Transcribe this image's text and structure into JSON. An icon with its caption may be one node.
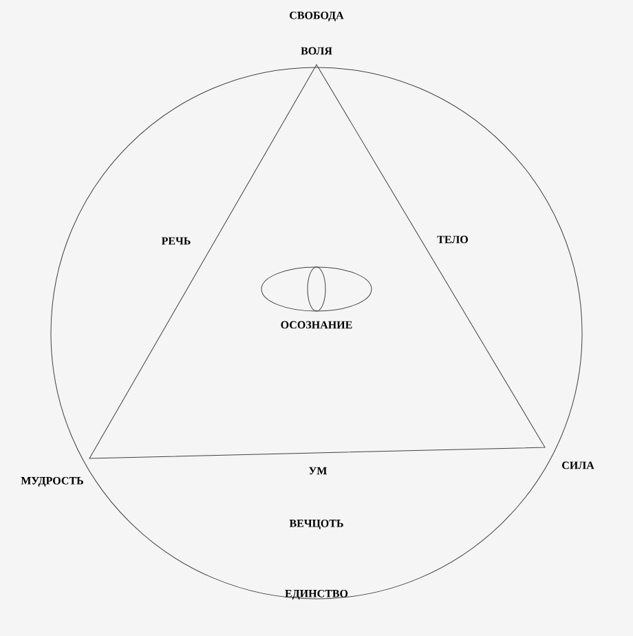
{
  "diagram": {
    "labels": [
      "СВОБОДА",
      "ВОЛЯ",
      "РЕЧЬ",
      "ТЕЛО",
      "ОСОЗНАНИЕ",
      "МУДРОСТЬ",
      "УМ",
      "СИЛА",
      "ВЕЧЦОТЬ",
      "ЕДИНСТВО"
    ]
  }
}
